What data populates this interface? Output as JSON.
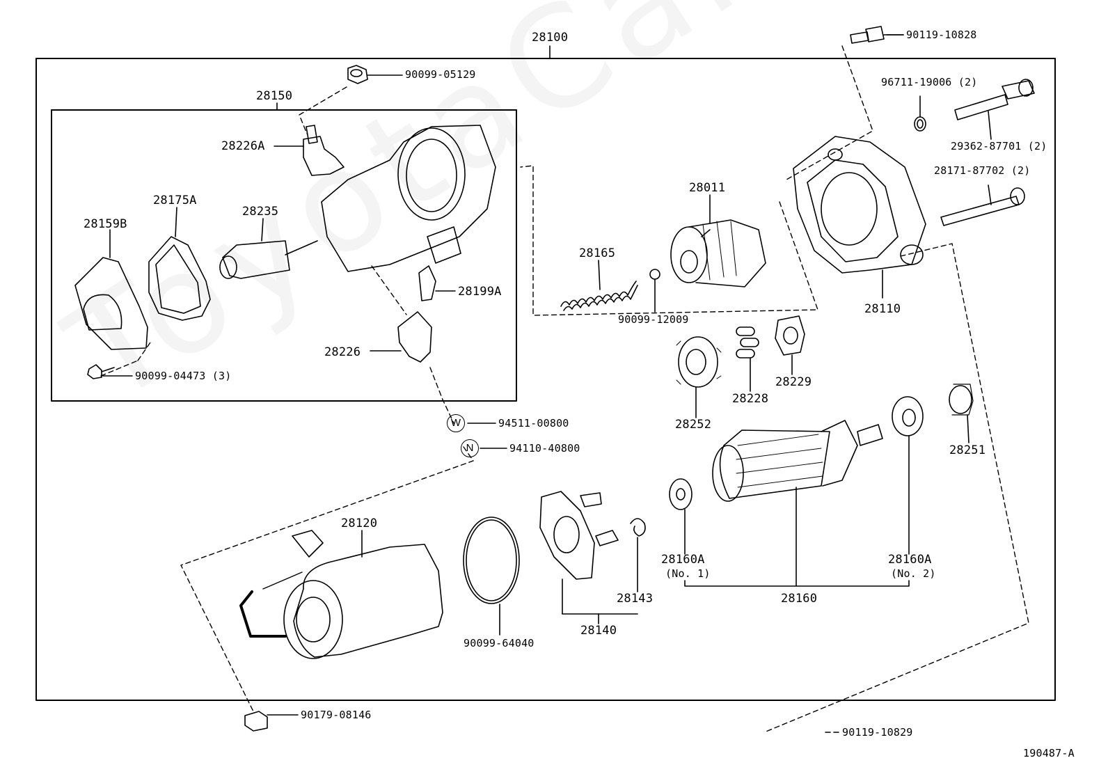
{
  "watermark": "ToyotaCarWin.ru",
  "figure_id": "190487-A",
  "symbols": {
    "washer": "W",
    "nut": "N"
  },
  "labels": {
    "p28100": "28100",
    "p90119_10828": "90119-10828",
    "p90099_05129": "90099-05129",
    "p28150": "28150",
    "p96711": "96711-19006 (2)",
    "p28226A": "28226A",
    "p29362": "29362-87701 (2)",
    "p28171": "28171-87702 (2)",
    "p28175A": "28175A",
    "p28011": "28011",
    "p28159B": "28159B",
    "p28235": "28235",
    "p28165": "28165",
    "p28199A": "28199A",
    "p28110": "28110",
    "p90099_12009": "90099-12009",
    "p28226": "28226",
    "p28229": "28229",
    "p90099_04473": "90099-04473 (3)",
    "p28228": "28228",
    "p28252": "28252",
    "p94511": "94511-00800",
    "p94110": "94110-40800",
    "p28251": "28251",
    "p28120": "28120",
    "p28160A_1": "28160A",
    "p28160A_1_sub": "(No. 1)",
    "p28160A_2": "28160A",
    "p28160A_2_sub": "(No. 2)",
    "p28143": "28143",
    "p28160": "28160",
    "p28140": "28140",
    "p90099_64040": "90099-64040",
    "p90179": "90179-08146",
    "p90119_10829": "90119-10829"
  }
}
